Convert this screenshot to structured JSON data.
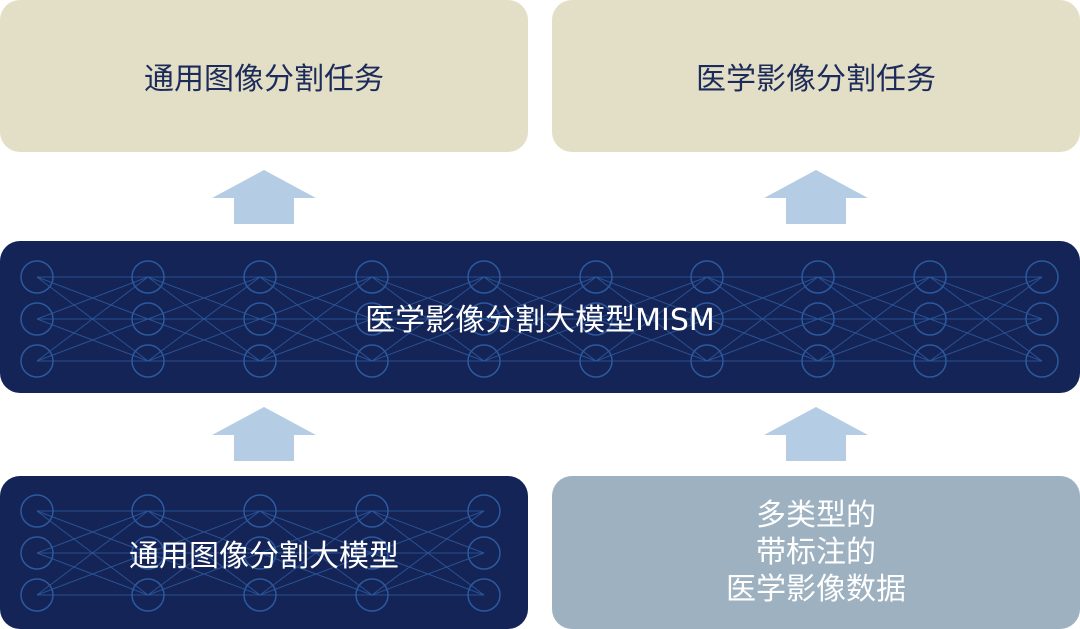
{
  "top_tasks": {
    "general": "通用图像分割任务",
    "medical": "医学影像分割任务"
  },
  "middle": {
    "model": "医学影像分割大模型MISM"
  },
  "bottom": {
    "general_model": "通用图像分割大模型",
    "data_lines": [
      "多类型的",
      "带标注的",
      "医学影像数据"
    ]
  },
  "colors": {
    "task_bg": "#e3dfc7",
    "model_bg": "#152457",
    "data_bg": "#9eb1c0",
    "arrow": "#b5cde4",
    "node_stroke": "#2b5a9e",
    "text_dark": "#1c2b5a"
  }
}
